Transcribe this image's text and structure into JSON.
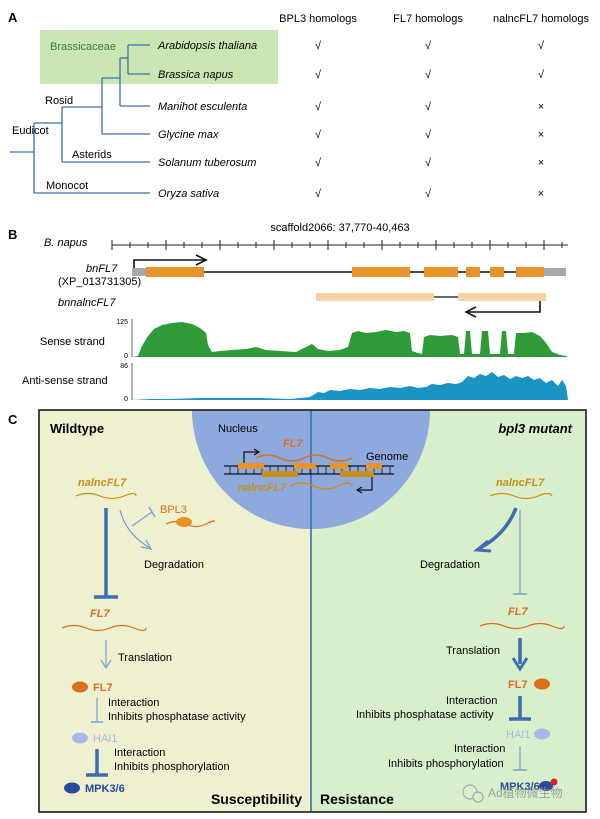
{
  "panelA": {
    "letter": "A",
    "col_headers": [
      "BPL3 homologs",
      "FL7 homologs",
      "nalncFL7 homologs"
    ],
    "group_label": "Brassicaceae",
    "clade_labels": [
      "Eudicot",
      "Rosid",
      "Asterids",
      "Monocot"
    ],
    "species": [
      {
        "name": "Arabidopsis thaliana",
        "marks": [
          "√",
          "√",
          "√"
        ]
      },
      {
        "name": "Brassica napus",
        "marks": [
          "√",
          "√",
          "√"
        ]
      },
      {
        "name": "Manihot esculenta",
        "marks": [
          "√",
          "√",
          "×"
        ]
      },
      {
        "name": "Glycine max",
        "marks": [
          "√",
          "√",
          "×"
        ]
      },
      {
        "name": "Solanum tuberosum",
        "marks": [
          "√",
          "√",
          "×"
        ]
      },
      {
        "name": "Oryza sativa",
        "marks": [
          "√",
          "√",
          "×"
        ]
      }
    ],
    "colors": {
      "tree": "#3d6fb0",
      "highlight": "#cce6b3"
    }
  },
  "panelB": {
    "letter": "B",
    "scaffold": "scaffold2066: 37,770-40,463",
    "species": "B. napus",
    "gene_name": "bnFL7",
    "gene_id": "(XP_013731305)",
    "lnc_name": "bnnalncFL7",
    "tracks": [
      {
        "label": "Sense strand",
        "max": "125",
        "min": "0",
        "color": "#2e9a38"
      },
      {
        "label": "Anti-sense strand",
        "max": "86",
        "min": "0",
        "color": "#1b94c4"
      }
    ],
    "colors": {
      "exon": "#e8922a",
      "utr": "#a8a8a8",
      "lnc": "#f7d1a6"
    }
  },
  "panelC": {
    "letter": "C",
    "left_title": "Wildtype",
    "right_title": "bpl3 mutant",
    "nucleus": "Nucleus",
    "genome": "Genome",
    "fl7_label": "FL7",
    "nalnc_label": "nalncFL7",
    "left": {
      "nalnc": "nalncFL7",
      "bpl3": "BPL3",
      "degradation": "Degradation",
      "fl7_mrna": "FL7",
      "translation": "Translation",
      "fl7_protein": "FL7",
      "interaction1": "Interaction",
      "inhibit1": "Inhibits phosphatase activity",
      "hai1": "HAI1",
      "interaction2": "Interaction",
      "inhibit2": "Inhibits phosphorylation",
      "mpk": "MPK3/6",
      "outcome": "Susceptibility"
    },
    "right": {
      "nalnc": "nalncFL7",
      "degradation": "Degradation",
      "fl7_mrna": "FL7",
      "translation": "Translation",
      "fl7_protein": "FL7",
      "interaction1": "Interaction",
      "inhibit1": "Inhibits phosphatase activity",
      "hai1": "HAI1",
      "interaction2": "Interaction",
      "inhibit2": "Inhibits phosphorylation",
      "mpk": "MPK3/6",
      "outcome": "Resistance"
    },
    "watermark": "Ad植物微生物",
    "colors": {
      "left_bg": "#eef0cf",
      "right_bg": "#d9eecb",
      "nucleus": "#8ea9dd",
      "arrow": "#3d6fb0",
      "orange": "#d9701c",
      "hai1": "#a9b6e6",
      "mpk": "#284a9a"
    }
  }
}
